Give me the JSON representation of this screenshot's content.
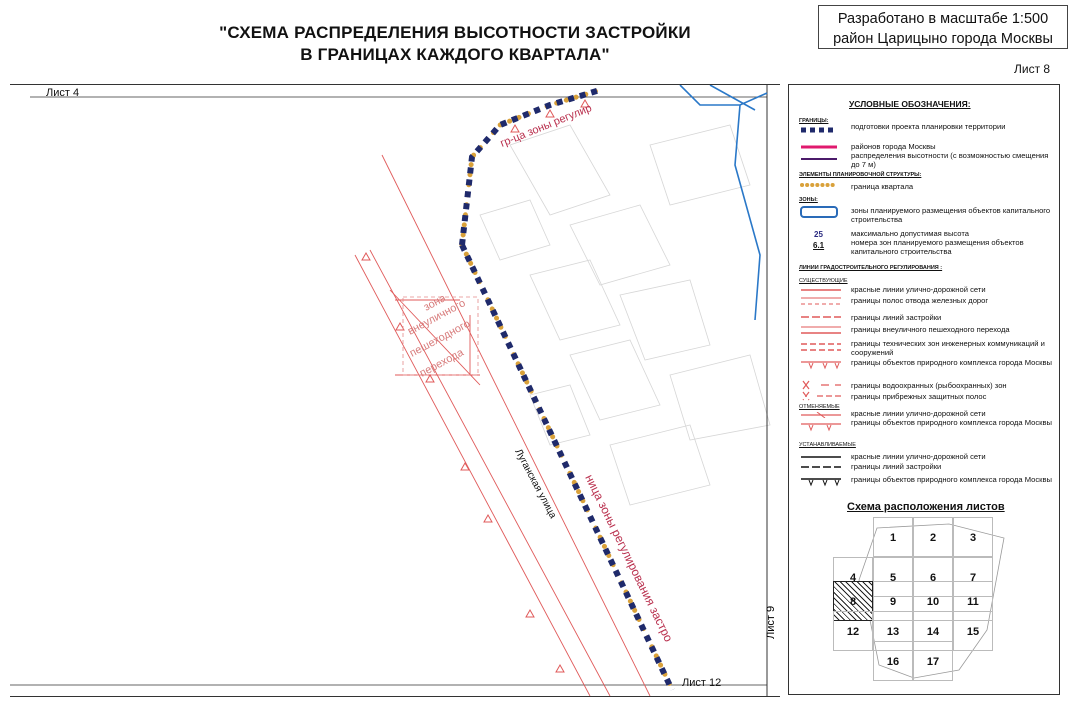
{
  "header": {
    "title_line1": "\"СХЕМА РАСПРЕДЕЛЕНИЯ ВЫСОТНОСТИ ЗАСТРОЙКИ",
    "title_line2": "В ГРАНИЦАХ КАЖДОГО КВАРТАЛА\"",
    "scale_line1": "Разработано в масштабе 1:500",
    "scale_line2": "район Царицыно города Москвы",
    "sheet": "Лист 8"
  },
  "map": {
    "adjacent_top": "Лист 4",
    "adjacent_right": "Лист 9",
    "adjacent_bottom": "Лист 12",
    "street_label": "Луганская улица",
    "zone_label_top": "гр-ца зоны регулир",
    "zone_label_bottom": "ница зоны регулирования застро",
    "pedestrian_zone_lines": [
      "зона",
      "внеуличного",
      "пешеходного",
      "перехода"
    ],
    "colors": {
      "planning_boundary": "#1f2a6b",
      "quarter_boundary": "#d9a13a",
      "red_lines": "#e05a5a",
      "blue_lines": "#2a78c8"
    }
  },
  "legend": {
    "title": "УСЛОВНЫЕ ОБОЗНАЧЕНИЯ:",
    "sec_borders": "ГРАНИЦЫ:",
    "item_planning": "подготовки проекта планировки территории",
    "item_districts": "районов города Москвы",
    "item_height_dist": "распределения высотности (с возможностью смещения до 7 м)",
    "sec_elements": "ЭЛЕМЕНТЫ ПЛАНИРОВОЧНОЙ СТРУКТУРЫ:",
    "item_quarter": "граница квартала",
    "sec_zones": "ЗОНЫ:",
    "item_zones_placement": "зоны планируемого размещения объектов капитального строительства",
    "sym_height": "25",
    "item_max_height": "максимально допустимая высота",
    "sym_zone_no": "6.1",
    "item_zone_numbers": "номера зон планируемого размещения объектов капитального строительства",
    "sec_lines": "ЛИНИИ ГРАДОСТРОИТЕЛЬНОГО РЕГУЛИРОВАНИЯ :",
    "sub_existing": "СУЩЕСТВУЮЩИЕ",
    "ex1": "красные линии улично-дорожной сети",
    "ex2": "границы полос отвода железных дорог",
    "ex3": "границы линий застройки",
    "ex4": "границы внеуличного пешеходного перехода",
    "ex5": "границы технических зон инженерных коммуникаций и сооружений",
    "ex6": "границы объектов природного комплекса города Москвы",
    "ex7": "границы водоохранных (рыбоохранных) зон",
    "ex8": "границы прибрежных защитных полос",
    "sub_cancelled": "ОТМЕНЯЕМЫЕ",
    "ca1": "красные линии улично-дорожной сети",
    "ca2": "границы объектов природного комплекса города Москвы",
    "sub_set": "УСТАНАВЛИВАЕМЫЕ",
    "st1": "красные линии улично-дорожной сети",
    "st2": "границы линий застройки",
    "st3": "границы объектов природного комплекса города Москвы",
    "grid_title": "Схема расположения листов",
    "sheet_cells": [
      "1",
      "2",
      "3",
      "4",
      "5",
      "6",
      "7",
      "8",
      "9",
      "10",
      "11",
      "12",
      "13",
      "14",
      "15",
      "16",
      "17"
    ],
    "current_sheet": "8"
  }
}
